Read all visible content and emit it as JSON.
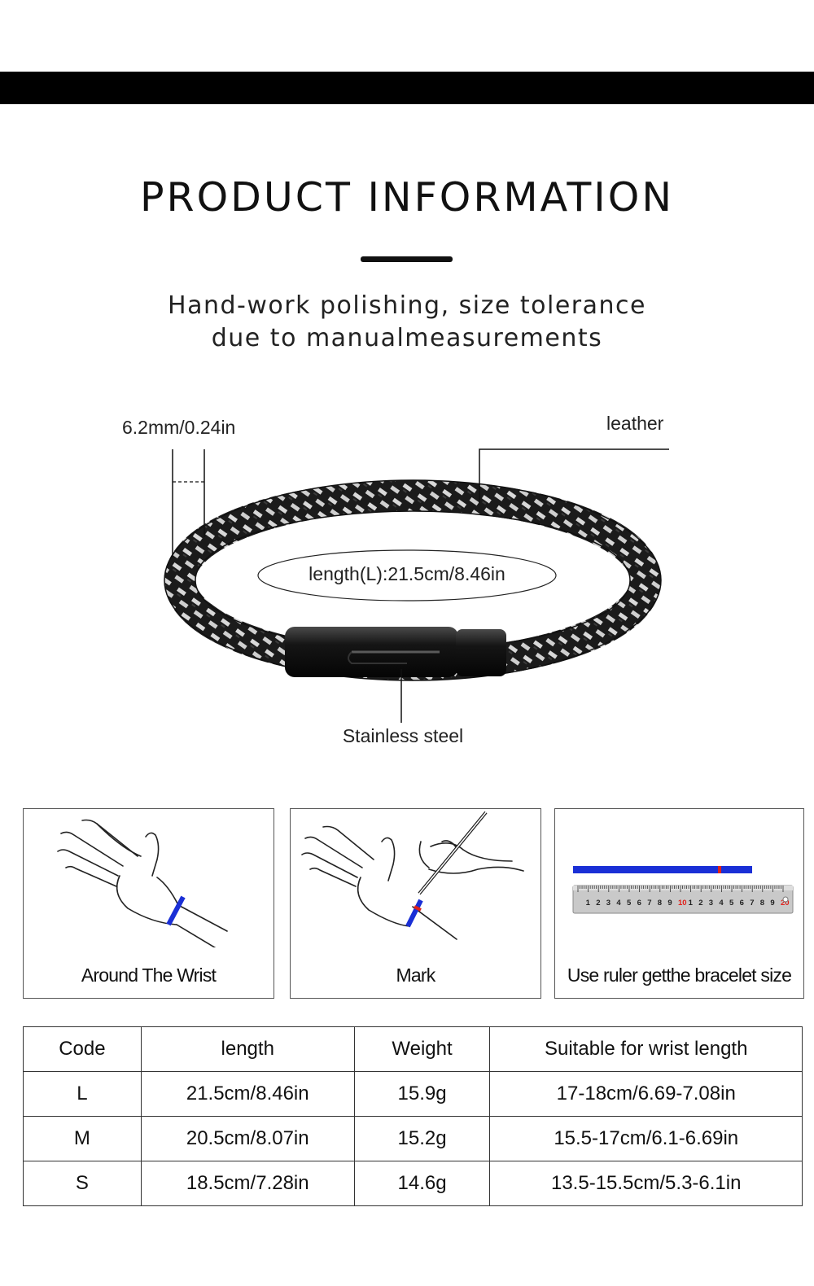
{
  "header": {
    "title": "PRODUCT INFORMATION",
    "subtitle_line1": "Hand-work polishing, size tolerance",
    "subtitle_line2": "due to manualmeasurements"
  },
  "diagram": {
    "width_label": "6.2mm/0.24in",
    "material_label": "leather",
    "length_label": "length(L):21.5cm/8.46in",
    "clasp_label": "Stainless steel"
  },
  "steps": [
    {
      "label": "Around The Wrist",
      "icon": "wrist-wrap-icon"
    },
    {
      "label": "Mark",
      "icon": "pen-mark-icon"
    },
    {
      "label": "Use ruler getthe bracelet size",
      "icon": "ruler-icon"
    }
  ],
  "ruler": {
    "numbers": [
      "1",
      "2",
      "3",
      "4",
      "5",
      "6",
      "7",
      "8",
      "9",
      "10",
      "1",
      "2",
      "3",
      "4",
      "5",
      "6",
      "7",
      "8",
      "9",
      "20"
    ]
  },
  "colors": {
    "band_blue": "#1a2fd6",
    "mark_red": "#e0201a"
  },
  "size_table": {
    "headers": [
      "Code",
      "length",
      "Weight",
      "Suitable for wrist length"
    ],
    "rows": [
      [
        "L",
        "21.5cm/8.46in",
        "15.9g",
        "17-18cm/6.69-7.08in"
      ],
      [
        "M",
        "20.5cm/8.07in",
        "15.2g",
        "15.5-17cm/6.1-6.69in"
      ],
      [
        "S",
        "18.5cm/7.28in",
        "14.6g",
        "13.5-15.5cm/5.3-6.1in"
      ]
    ]
  }
}
